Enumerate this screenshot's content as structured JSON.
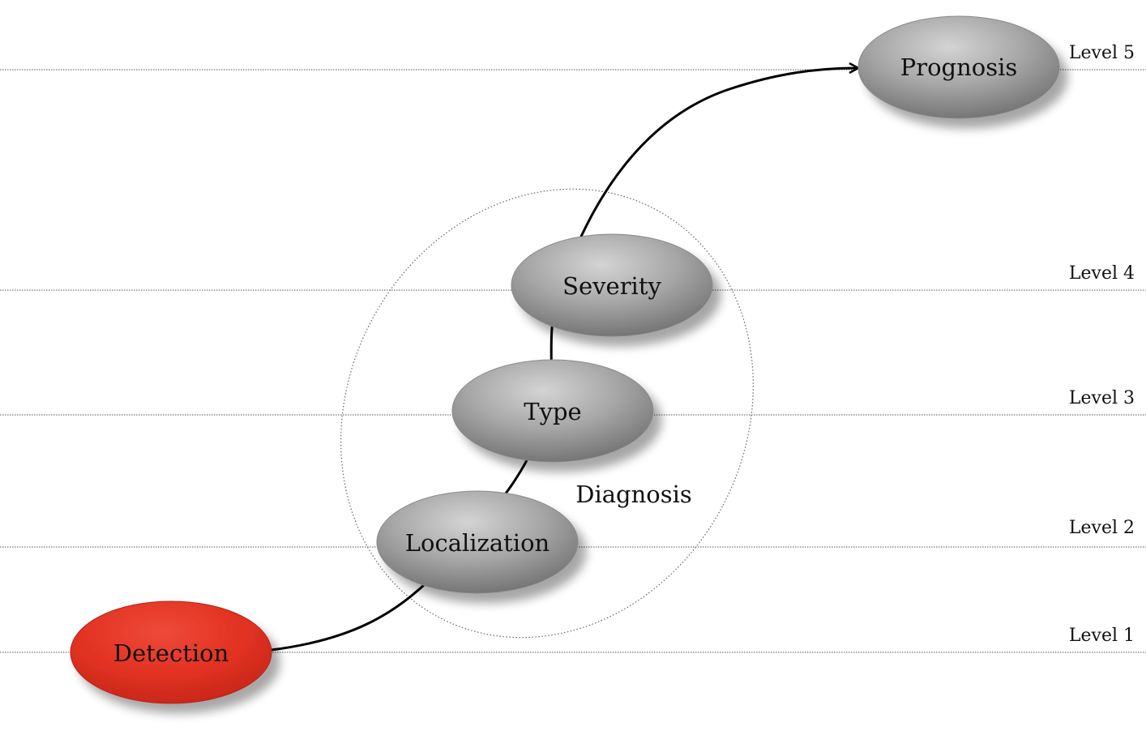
{
  "levels": [
    {
      "id": "level-5",
      "label": "Level 5"
    },
    {
      "id": "level-4",
      "label": "Level 4"
    },
    {
      "id": "level-3",
      "label": "Level 3"
    },
    {
      "id": "level-2",
      "label": "Level 2"
    },
    {
      "id": "level-1",
      "label": "Level 1"
    }
  ],
  "nodes": {
    "detection": {
      "label": "Detection",
      "color": "#e23222"
    },
    "localization": {
      "label": "Localization",
      "color": "#9a9a9a"
    },
    "type": {
      "label": "Type",
      "color": "#9a9a9a"
    },
    "severity": {
      "label": "Severity",
      "color": "#9a9a9a"
    },
    "prognosis": {
      "label": "Prognosis",
      "color": "#9a9a9a"
    }
  },
  "group": {
    "label": "Diagnosis"
  },
  "connector": {
    "style": "curved-line-with-arrowhead",
    "from": "Detection",
    "to": "Prognosis"
  }
}
